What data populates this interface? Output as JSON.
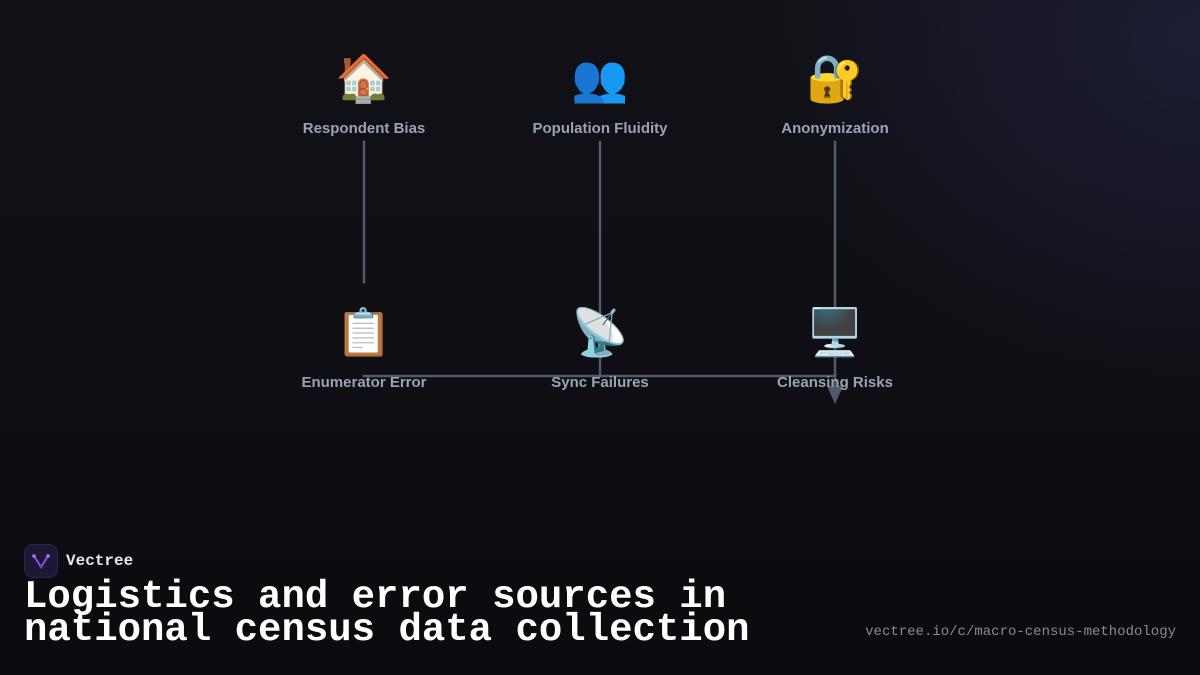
{
  "diagram": {
    "nodes": [
      {
        "id": "respondent-bias",
        "icon": "house-icon",
        "glyph": "🏠",
        "label": "Respondent Bias"
      },
      {
        "id": "population-fluidity",
        "icon": "people-icon",
        "glyph": "👥",
        "label": "Population Fluidity"
      },
      {
        "id": "anonymization",
        "icon": "locked-with-key-icon",
        "glyph": "🔐",
        "label": "Anonymization"
      },
      {
        "id": "enumerator-error",
        "icon": "clipboard-icon",
        "glyph": "📋",
        "label": "Enumerator Error"
      },
      {
        "id": "sync-failures",
        "icon": "satellite-antenna-icon",
        "glyph": "📡",
        "label": "Sync Failures"
      },
      {
        "id": "cleansing-risks",
        "icon": "desktop-computer-icon",
        "glyph": "🖥️",
        "label": "Cleansing Risks"
      }
    ],
    "connector_color": "#4f5a6b"
  },
  "brand": {
    "name": "Vectree",
    "logo_icon": "vectree-logo-icon",
    "logo_color": "#8a4ee0"
  },
  "title": "Logistics and error sources in national census data collection",
  "url": "vectree.io/c/macro-census-methodology"
}
